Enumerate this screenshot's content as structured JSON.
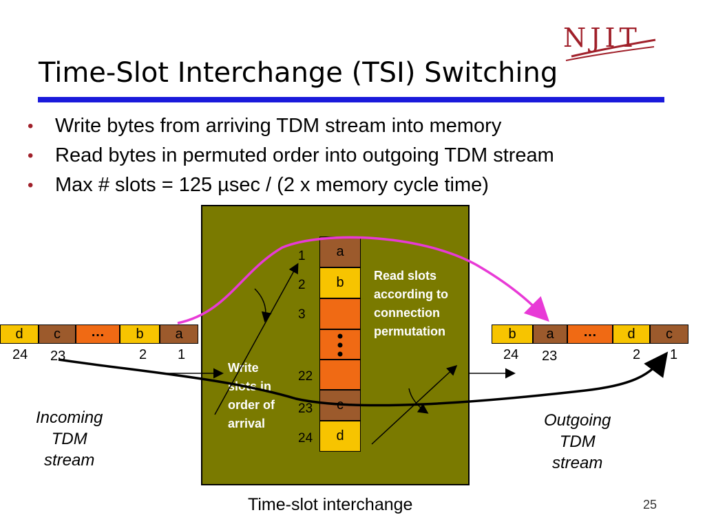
{
  "logo": {
    "text": "NJIT"
  },
  "title": "Time-Slot Interchange (TSI) Switching",
  "bullets": [
    "Write bytes from arriving TDM stream into memory",
    "Read bytes in permuted order into outgoing TDM stream",
    "Max # slots = 125 µsec / (2 x memory cycle time)"
  ],
  "memory": {
    "slot_numbers": [
      "1",
      "2",
      "3",
      "22",
      "23",
      "24"
    ],
    "cells": [
      "a",
      "b",
      "",
      "",
      "c",
      "d"
    ],
    "ellipsis": "•\n•\n•"
  },
  "read_label": [
    "Read slots",
    "according to",
    "connection",
    "permutation"
  ],
  "write_label": [
    "Write",
    "slots in",
    "order of",
    "arrival"
  ],
  "incoming": {
    "cells": [
      "d",
      "c",
      "…",
      "b",
      "a"
    ],
    "numbers": [
      "24",
      "23",
      "2",
      "1"
    ],
    "label": [
      "Incoming",
      "TDM",
      "stream"
    ]
  },
  "outgoing": {
    "cells": [
      "b",
      "a",
      "…",
      "d",
      "c"
    ],
    "numbers": [
      "24",
      "23",
      "2",
      "1"
    ],
    "label": [
      "Outgoing",
      "TDM",
      "stream"
    ]
  },
  "caption": "Time-slot interchange",
  "page_number": "25",
  "colors": {
    "rule": "#1a1adb",
    "box": "#7a7a00",
    "brown": "#9c5a2c",
    "yellow": "#f7c400",
    "orange": "#f06a14",
    "magenta": "#e83ad6",
    "logo": "#a0202a"
  }
}
